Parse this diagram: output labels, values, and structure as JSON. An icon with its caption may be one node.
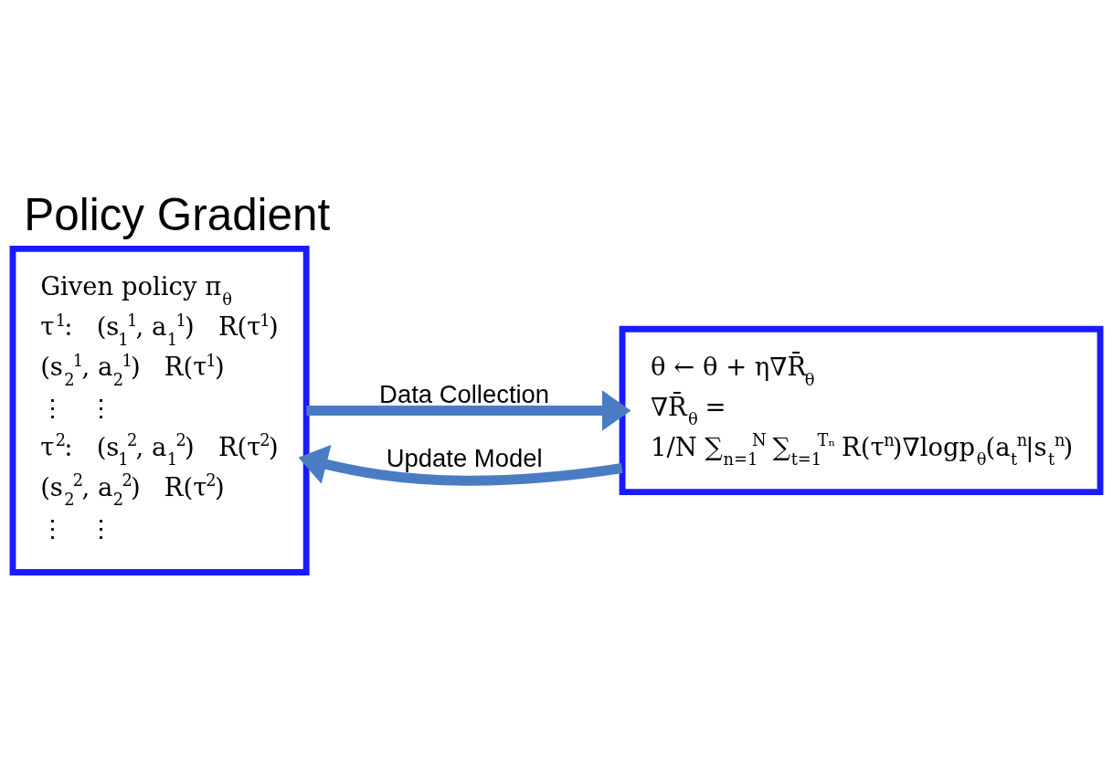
{
  "diagram": {
    "title": "Policy Gradient",
    "nodes": [
      {
        "text": [
          "Given policy π$_{θ}$",
          "τ$^{1}$:   (s$_{1}$$^{1}$, a$_{1}$$^{1}$)   R(τ$^{1}$)",
          "(s$_{2}$$^{1}$, a$_{2}$$^{1}$)   R(τ$^{1}$)",
          "⋮   ⋮",
          "τ$^{2}$:   (s$_{1}$$^{2}$, a$_{1}$$^{2}$)   R(τ$^{2}$)",
          "(s$_{2}$$^{2}$, a$_{2}$$^{2}$)   R(τ$^{2}$)",
          "⋮   ⋮"
        ]
      },
      {
        "text": [
          "θ ← θ + η∇R̄$_{θ}$",
          "∇R̄$_{θ}$ =",
          "1/N ∑$_{n=1}$$^{N}$ ∑$_{t=1}$$^{Tₙ}$ R(τ$^{n}$)∇logp$_{θ}$(a$_{t}$$^{n}$|s$_{t}$$^{n}$)"
        ]
      }
    ],
    "edges": [
      {
        "from": 1,
        "to": 0,
        "arrow": "to",
        "label": "Update Model"
      },
      {
        "from": 0,
        "to": 1,
        "arrow": "to",
        "label": "Data Collection"
      }
    ]
  }
}
